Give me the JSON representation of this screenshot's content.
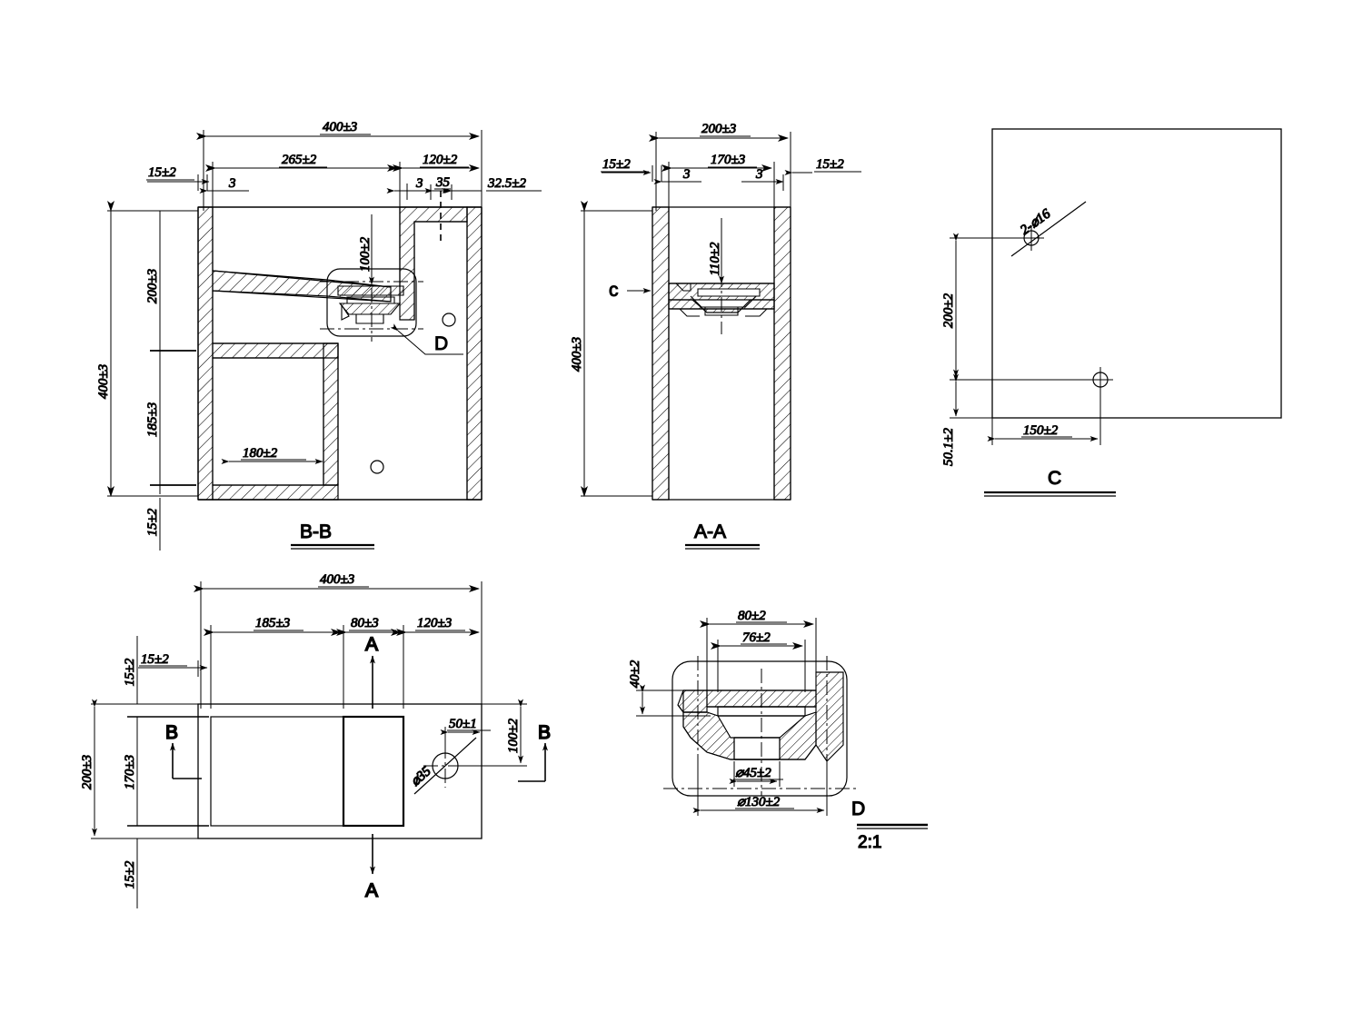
{
  "drawing": {
    "type": "mechanical-engineering-section-drawing",
    "line_color": "#000000",
    "background": "#ffffff"
  },
  "views": {
    "bb": {
      "label": "B-B",
      "dims": {
        "overall_width": "400±3",
        "inner_left": "265±2",
        "inner_right": "120±2",
        "left_offset": "15±2",
        "wall_left": "3",
        "wall_mid": "3",
        "notch": "35",
        "right_offset": "32.5±2",
        "overall_height": "400±3",
        "upper_height": "200±3",
        "lower_height": "185±3",
        "bottom_offset": "15±2",
        "pocket_width": "180±2",
        "boss_height": "100±2"
      },
      "detail_marker": "D"
    },
    "aa": {
      "label": "A-A",
      "dims": {
        "overall_width": "200±3",
        "inner_width": "170±3",
        "left_offset": "15±2",
        "right_offset": "15±2",
        "wall_left": "3",
        "wall_right": "3",
        "overall_height": "400±3",
        "floor_height": "110±2"
      },
      "arrow_marker": "c"
    },
    "c": {
      "label": "C",
      "dims": {
        "hole_note": "2-⌀16",
        "vertical": "200±2",
        "lower_vertical": "50.1±2",
        "horizontal": "150±2"
      }
    },
    "plan": {
      "dims": {
        "overall_width": "400±3",
        "seg_a": "185±3",
        "seg_b": "80±3",
        "seg_c": "120±3",
        "left_offset": "15±2",
        "top_offset": "15±2",
        "bottom_offset": "15±2",
        "overall_height": "200±3",
        "inner_height": "170±3",
        "hole_x": "50±1",
        "hole_y": "100±2",
        "hole_dia": "⌀35"
      },
      "markers": {
        "section_a_top": "A",
        "section_a_bottom": "A",
        "section_b_left": "B",
        "section_b_right": "B"
      }
    },
    "detail_d": {
      "label": "D",
      "scale": "2:1",
      "dims": {
        "outer_width": "80±2",
        "inner_width": "76±2",
        "height": "40±2",
        "bore_dia": "⌀45±2",
        "flange_dia": "⌀130±2"
      }
    }
  }
}
